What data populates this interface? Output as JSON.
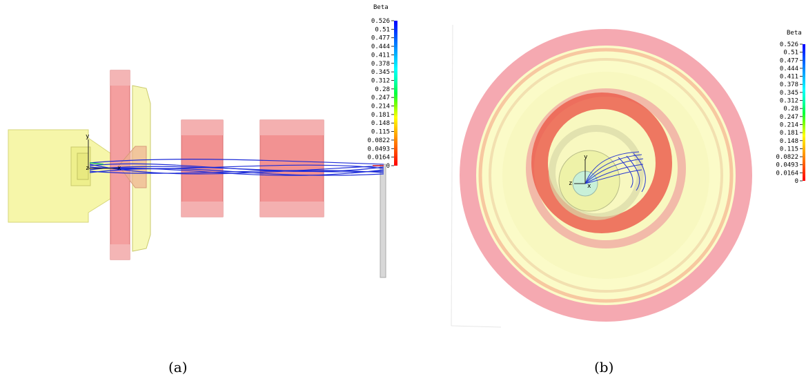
{
  "colorbar": {
    "title": "Beta",
    "ticks": [
      "0.526",
      "0.51",
      "0.477",
      "0.444",
      "0.411",
      "0.378",
      "0.345",
      "0.312",
      "0.28",
      "0.247",
      "0.214",
      "0.181",
      "0.148",
      "0.115",
      "0.0822",
      "0.0493",
      "0.0164",
      "0"
    ],
    "colors": [
      "#0000ff",
      "#0040ff",
      "#0080ff",
      "#00c0ff",
      "#00ffff",
      "#00ffb0",
      "#00ff40",
      "#80ff00",
      "#ffff00",
      "#ffc000",
      "#ff8000",
      "#ff4000",
      "#ff0000"
    ]
  },
  "axes": {
    "x": "x",
    "y": "y",
    "z": "z"
  },
  "captions": {
    "a": "(a)",
    "b": "(b)"
  },
  "materials": {
    "housing": "#f4f59a",
    "electrode": "#f07f7f",
    "trajectory": "#1c2bd8",
    "ring_light": "#f7d9a8"
  }
}
